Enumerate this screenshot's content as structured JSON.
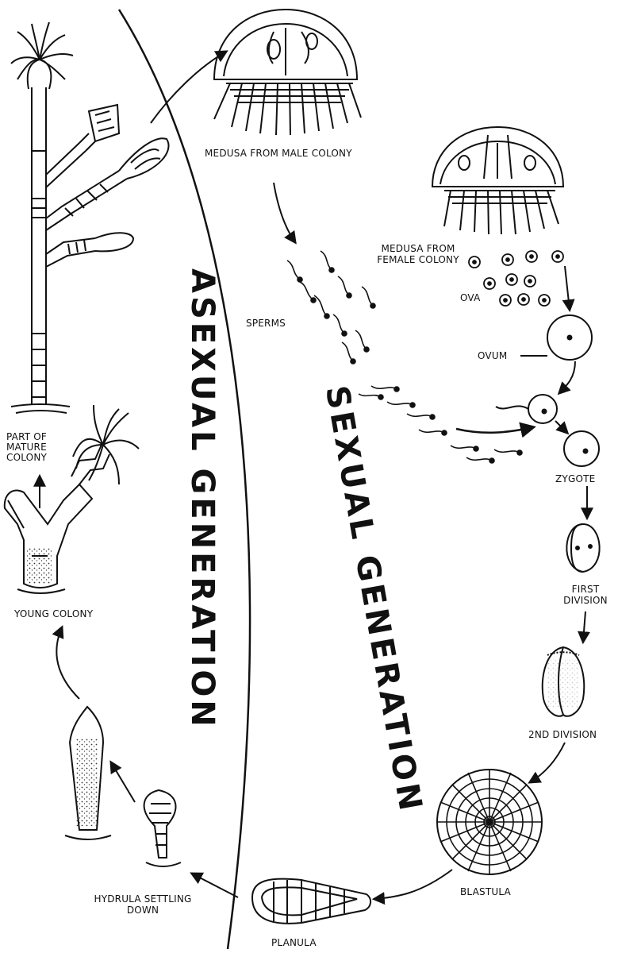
{
  "headings": {
    "asexual": "ASEXUAL GENERATION",
    "sexual": "SEXUAL GENERATION"
  },
  "labels": {
    "medusa_male": "MEDUSA FROM MALE COLONY",
    "medusa_female": "MEDUSA FROM\nFEMALE COLONY",
    "ova": "OVA",
    "sperms": "SPERMS",
    "ovum": "OVUM",
    "zygote": "ZYGOTE",
    "first_division": "FIRST\nDIVISION",
    "second_division": "2ND DIVISION",
    "blastula": "BLASTULA",
    "planula": "PLANULA",
    "hydrula": "HYDRULA SETTLING\nDOWN",
    "young_colony": "YOUNG COLONY",
    "mature_colony": "PART OF\nMATURE\nCOLONY"
  },
  "colors": {
    "ink": "#111111",
    "paper": "#ffffff"
  }
}
